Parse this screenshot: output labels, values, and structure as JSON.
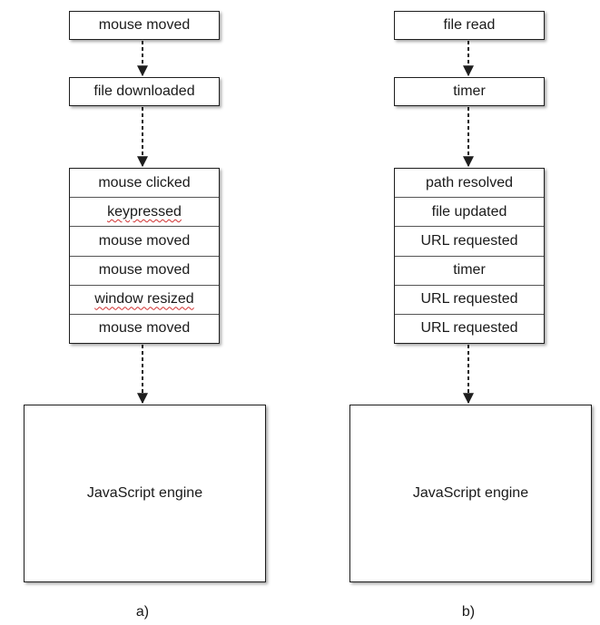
{
  "diagram_a": {
    "top_box_1": "mouse moved",
    "top_box_2": "file downloaded",
    "queue": [
      "mouse clicked",
      "keypressed",
      "mouse moved",
      "mouse moved",
      "window resized",
      "mouse moved"
    ],
    "engine": "JavaScript engine",
    "caption": "a)"
  },
  "diagram_b": {
    "top_box_1": "file read",
    "top_box_2": "timer",
    "queue": [
      "path resolved",
      "file updated",
      "URL requested",
      "timer",
      "URL requested",
      "URL requested"
    ],
    "engine": "JavaScript engine",
    "caption": "b)"
  }
}
